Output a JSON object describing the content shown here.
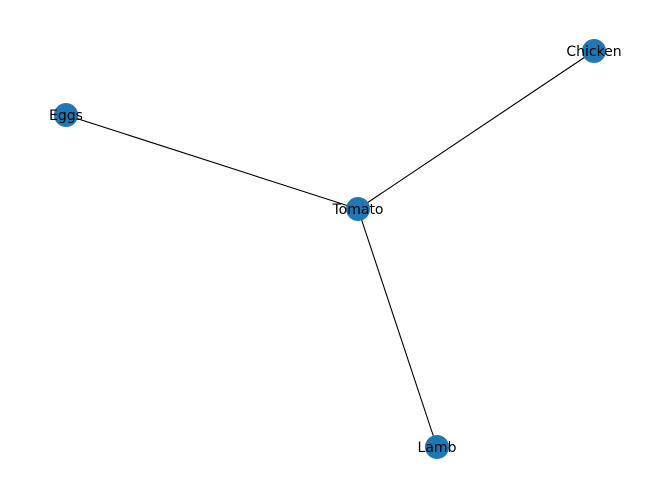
{
  "graph": {
    "node_color": "#1f77b4",
    "edge_color": "#000000",
    "nodes": [
      {
        "id": "Chicken",
        "label": "Chicken"
      },
      {
        "id": "Eggs",
        "label": "Eggs"
      },
      {
        "id": "Tomato",
        "label": "Tomato"
      },
      {
        "id": "Lamb",
        "label": "Lamb"
      }
    ],
    "edges": [
      {
        "source": "Tomato",
        "target": "Chicken"
      },
      {
        "source": "Tomato",
        "target": "Eggs"
      },
      {
        "source": "Tomato",
        "target": "Lamb"
      }
    ]
  }
}
